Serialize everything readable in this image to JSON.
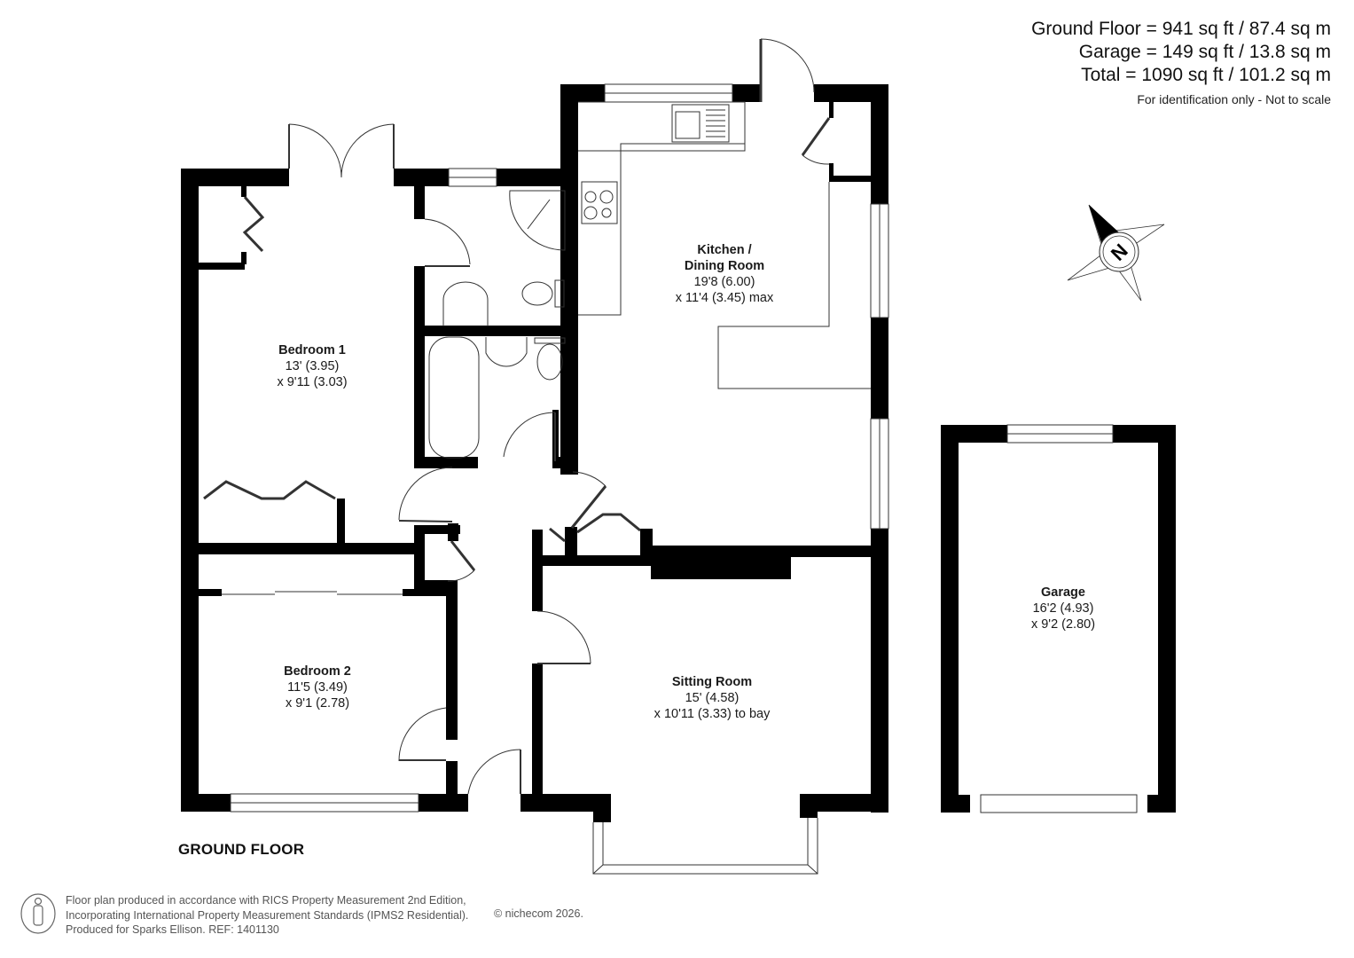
{
  "areas": {
    "ground_floor": "Ground Floor = 941 sq ft / 87.4 sq m",
    "garage": "Garage = 149 sq ft / 13.8 sq m",
    "total": "Total = 1090 sq ft / 101.2 sq m",
    "note": "For identification only - Not to scale"
  },
  "rooms": [
    {
      "name": "Kitchen /",
      "name2": "Dining Room",
      "dim1": "19'8 (6.00)",
      "dim2": "x 11'4 (3.45) max"
    },
    {
      "name": "Bedroom 1",
      "dim1": "13' (3.95)",
      "dim2": "x 9'11 (3.03)"
    },
    {
      "name": "Bedroom 2",
      "dim1": "11'5 (3.49)",
      "dim2": "x 9'1 (2.78)"
    },
    {
      "name": "Sitting Room",
      "dim1": "15' (4.58)",
      "dim2": "x 10'11 (3.33) to bay"
    },
    {
      "name": "Garage",
      "dim1": "16'2 (4.93)",
      "dim2": "x 9'2 (2.80)"
    }
  ],
  "floor_title": "GROUND FLOOR",
  "compass": {
    "label": "N",
    "icon": "north-arrow-icon"
  },
  "footer": {
    "line1": "Floor plan produced in accordance with RICS Property Measurement 2nd Edition,",
    "line2": "Incorporating International Property Measurement Standards (IPMS2 Residential).",
    "line3": "Produced for Sparks Ellison.   REF: 1401130",
    "copyright": "© nichecom 2026.",
    "icon": "person-icon"
  },
  "colors": {
    "wall": "#000000",
    "background": "#ffffff",
    "line": "#333333",
    "text": "#111111"
  }
}
